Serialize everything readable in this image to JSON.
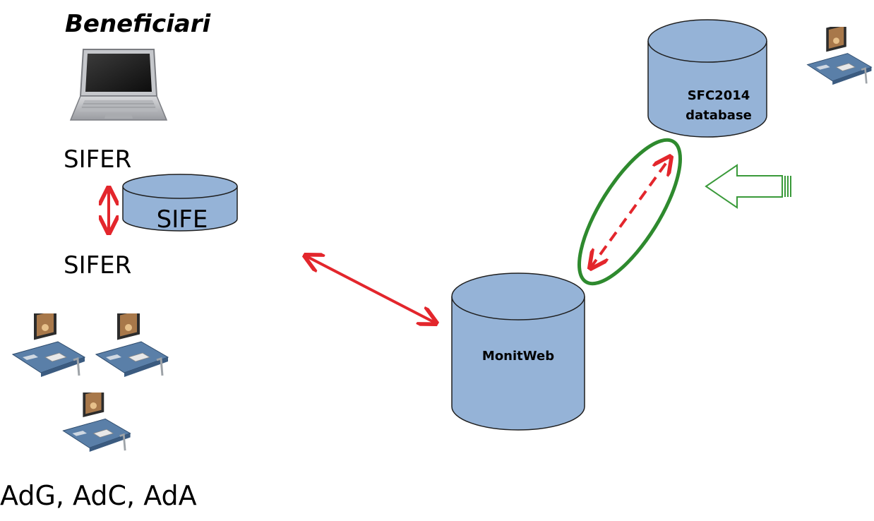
{
  "labels": {
    "beneficiari": "Beneficiari",
    "sifer_top": "SIFER",
    "sifer_bottom": "SIFER",
    "footer": "AdG, AdC, AdA"
  },
  "databases": {
    "sife": "SIFE",
    "monitweb": "MonitWeb",
    "sfc_line1": "SFC2014",
    "sfc_line2": "database"
  },
  "icons": {
    "laptop": "laptop-icon",
    "workstation": "workstation-icon"
  },
  "colors": {
    "db_fill": "#95b3d7",
    "db_stroke": "#1f1f1f",
    "arrow_red": "#e3262c",
    "ellipse_green": "#2e8a2e",
    "block_arrow_green": "#3a9a3a",
    "desk_blue": "#5a7fa8"
  }
}
